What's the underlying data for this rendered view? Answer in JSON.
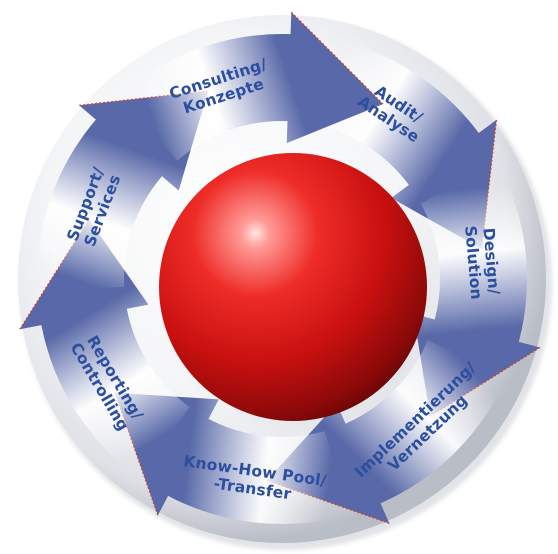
{
  "diagram": {
    "center": "red-sphere",
    "colors": {
      "label": "#2b4f9e",
      "arrow_dark": "#5868a8",
      "arrow_light": "#ffffff",
      "ring_light": "#ffffff",
      "ring_dark": "#b9bdc6",
      "sphere_highlight": "#ff9a96",
      "sphere_mid": "#e3201f",
      "sphere_dark": "#6e0707",
      "dash": "#d8401c"
    },
    "stages": [
      {
        "id": "audit",
        "line1": "Audit/",
        "line2": "Analyse"
      },
      {
        "id": "design",
        "line1": "Design/",
        "line2": "Solution"
      },
      {
        "id": "implementierung",
        "line1": "Implementierung/",
        "line2": "Vernetzung"
      },
      {
        "id": "knowhow",
        "line1": "Know-How Pool/",
        "line2": "-Transfer"
      },
      {
        "id": "reporting",
        "line1": "Reporting/",
        "line2": "Controlling"
      },
      {
        "id": "support",
        "line1": "Support/",
        "line2": "Services"
      },
      {
        "id": "consulting",
        "line1": "Consulting/",
        "line2": "Konzepte"
      }
    ]
  }
}
